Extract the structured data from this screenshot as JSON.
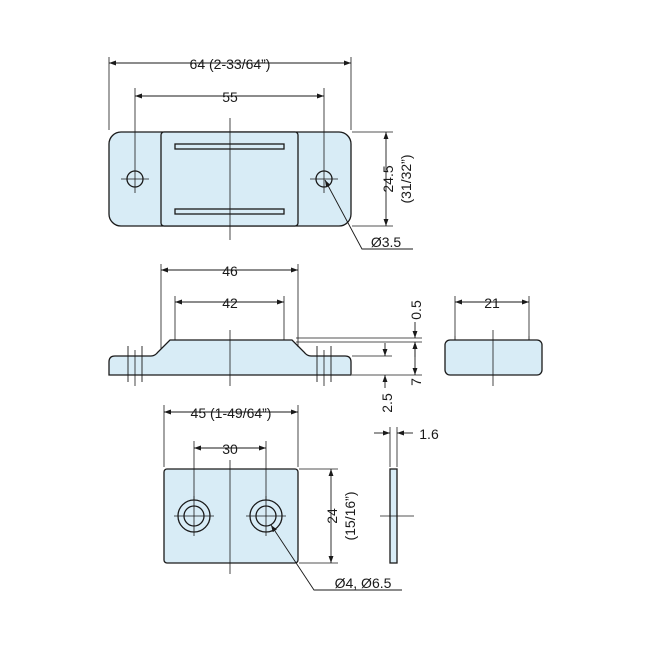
{
  "dimensions": {
    "overall_length": "64 (2-33/64”)",
    "hole_spacing_top": "55",
    "height_mm": "24.5",
    "height_in": "(31/32”)",
    "mount_hole_dia": "Ø3.5",
    "body_length": "46",
    "inner_length": "42",
    "gap": "0.5",
    "depth": "21",
    "total_height": "7",
    "flange_thickness": "2.5",
    "plate_length": "45 (1-49/64”)",
    "plate_hole_spacing": "30",
    "plate_thickness": "1.6",
    "plate_height_mm": "24",
    "plate_height_in": "(15/16”)",
    "plate_hole_dia": "Ø4, Ø6.5"
  }
}
